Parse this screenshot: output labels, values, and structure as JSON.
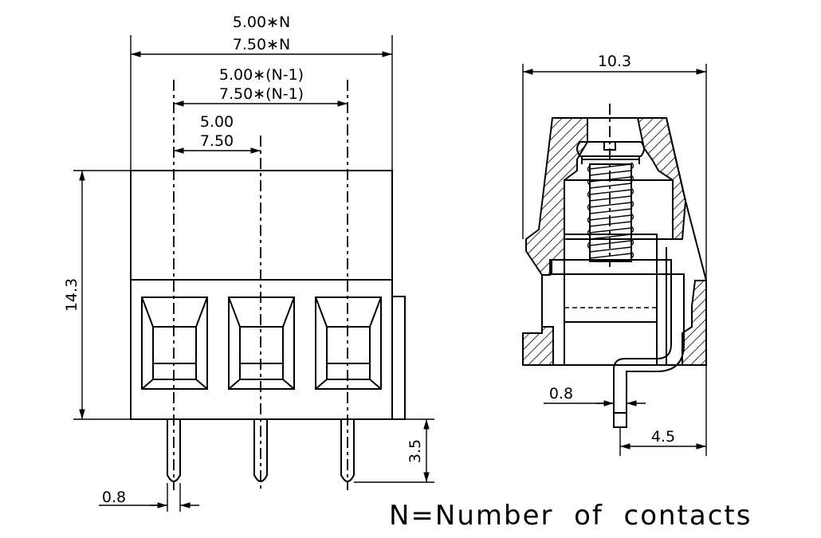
{
  "front_view": {
    "dim_pitch_total_a": "5.00∗N",
    "dim_pitch_total_b": "7.50∗N",
    "dim_pitch_n1_a": "5.00∗(N-1)",
    "dim_pitch_n1_b": "7.50∗(N-1)",
    "dim_pitch_a": "5.00",
    "dim_pitch_b": "7.50",
    "dim_height": "14.3",
    "dim_pin_length": "3.5",
    "dim_pin_width": "0.8"
  },
  "side_view": {
    "dim_depth": "10.3",
    "dim_pin_width": "0.8",
    "dim_pin_offset": "4.5"
  },
  "note": "N=Number  of  contacts"
}
